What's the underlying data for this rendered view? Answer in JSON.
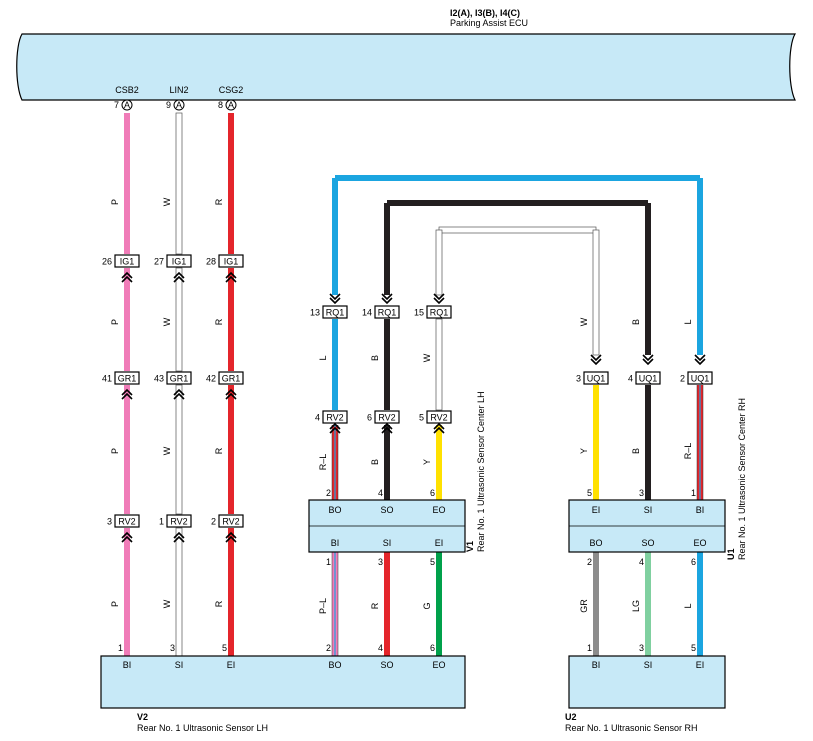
{
  "ecu": {
    "ref": "I2(A), I3(B), I4(C)",
    "name": "Parking Assist ECU",
    "pins": [
      {
        "num": "7",
        "name": "CSB2",
        "conn": "A"
      },
      {
        "num": "9",
        "name": "LIN2",
        "conn": "A"
      },
      {
        "num": "8",
        "name": "CSG2",
        "conn": "A"
      }
    ]
  },
  "colors": {
    "P": "#f07cb8",
    "W": "#ffffff",
    "R": "#e4252b",
    "L": "#1ba5e0",
    "B": "#231f20",
    "Y": "#ffe100",
    "G": "#00a14b",
    "GR": "#8c8c8c",
    "LG": "#80d0a0",
    "box": "#c7e9f7"
  },
  "left_wires": [
    {
      "code": "P",
      "top_wire": "P",
      "c1": {
        "pin": "26",
        "name": "IG1"
      },
      "mid_wire": "P",
      "c2": {
        "pin": "41",
        "name": "GR1"
      },
      "low_wire": "P",
      "c3": {
        "pin": "3",
        "name": "RV2"
      },
      "bot_wire": "P",
      "end_pin": "1",
      "end_name": "BI"
    },
    {
      "code": "W",
      "top_wire": "W",
      "c1": {
        "pin": "27",
        "name": "IG1"
      },
      "mid_wire": "W",
      "c2": {
        "pin": "43",
        "name": "GR1"
      },
      "low_wire": "W",
      "c3": {
        "pin": "1",
        "name": "RV2"
      },
      "bot_wire": "W",
      "end_pin": "3",
      "end_name": "SI"
    },
    {
      "code": "R",
      "top_wire": "R",
      "c1": {
        "pin": "28",
        "name": "IG1"
      },
      "mid_wire": "R",
      "c2": {
        "pin": "42",
        "name": "GR1"
      },
      "low_wire": "R",
      "c3": {
        "pin": "2",
        "name": "RV2"
      },
      "bot_wire": "R",
      "end_pin": "5",
      "end_name": "EI"
    }
  ],
  "v1": {
    "id": "V1",
    "name": "Rear No. 1 Ultrasonic Sensor Center LH",
    "rq_connectors": [
      {
        "pin": "13",
        "name": "RQ1"
      },
      {
        "pin": "14",
        "name": "RQ1"
      },
      {
        "pin": "15",
        "name": "RQ1"
      }
    ],
    "wire_upper": [
      "L",
      "B",
      "W"
    ],
    "rv_connectors": [
      {
        "pin": "4",
        "name": "RV2"
      },
      {
        "pin": "6",
        "name": "RV2"
      },
      {
        "pin": "5",
        "name": "RV2"
      }
    ],
    "wire_lower": [
      "R–L",
      "B",
      "Y"
    ],
    "top_pins": [
      {
        "num": "2",
        "name": "BO"
      },
      {
        "num": "4",
        "name": "SO"
      },
      {
        "num": "6",
        "name": "EO"
      }
    ],
    "bottom_pins": [
      {
        "num": "1",
        "name": "BI"
      },
      {
        "num": "3",
        "name": "SI"
      },
      {
        "num": "5",
        "name": "EI"
      }
    ],
    "wire_bottom": [
      "P–L",
      "R",
      "G"
    ]
  },
  "v2": {
    "id": "V2",
    "name": "Rear No. 1 Ultrasonic Sensor LH",
    "right_pins": [
      {
        "num": "2",
        "name": "BO"
      },
      {
        "num": "4",
        "name": "SO"
      },
      {
        "num": "6",
        "name": "EO"
      }
    ]
  },
  "u1": {
    "id": "U1",
    "name": "Rear No. 1 Ultrasonic Sensor Center RH",
    "uq_connectors": [
      {
        "pin": "3",
        "name": "UQ1"
      },
      {
        "pin": "4",
        "name": "UQ1"
      },
      {
        "pin": "2",
        "name": "UQ1"
      }
    ],
    "wire_upper": [
      "W",
      "B",
      "L"
    ],
    "wire_lower": [
      "Y",
      "B",
      "R–L"
    ],
    "top_pins": [
      {
        "num": "5",
        "name": "EI"
      },
      {
        "num": "3",
        "name": "SI"
      },
      {
        "num": "1",
        "name": "BI"
      }
    ],
    "bottom_pins": [
      {
        "num": "2",
        "name": "BO"
      },
      {
        "num": "4",
        "name": "SO"
      },
      {
        "num": "6",
        "name": "EO"
      }
    ],
    "wire_bottom": [
      "GR",
      "LG",
      "L"
    ]
  },
  "u2": {
    "id": "U2",
    "name": "Rear No. 1 Ultrasonic Sensor RH",
    "pins": [
      {
        "num": "1",
        "name": "BI"
      },
      {
        "num": "3",
        "name": "SI"
      },
      {
        "num": "5",
        "name": "EI"
      }
    ]
  }
}
